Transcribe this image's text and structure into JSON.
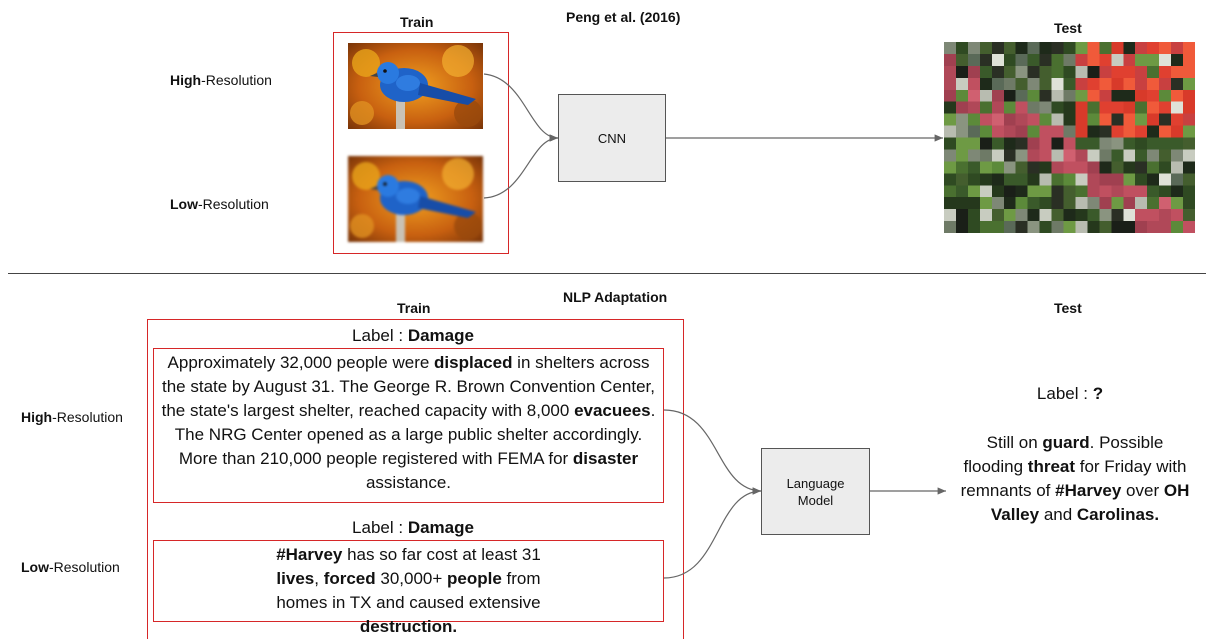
{
  "top": {
    "train_title": "Train",
    "paper_title": "Peng et al. (2016)",
    "test_title": "Test",
    "high_bold": "High",
    "high_rest": "-Resolution",
    "low_bold": "Low",
    "low_rest": "-Resolution",
    "model_label": "CNN"
  },
  "bottom": {
    "train_title": "Train",
    "section_title": "NLP Adaptation",
    "test_title": "Test",
    "high_bold": "High",
    "high_rest": "-Resolution",
    "low_bold": "Low",
    "low_rest": "-Resolution",
    "label1_prefix": "Label : ",
    "label1_value": "Damage",
    "label2_prefix": "Label : ",
    "label2_value": "Damage",
    "model_line1": "Language",
    "model_line2": "Model",
    "test_label_prefix": "Label : ",
    "test_label_value": "?",
    "high_text": {
      "p1": "Approximately 32,000 people were ",
      "b1": "displaced",
      "p2": " in shelters across the state by August 31. The George R. Brown Convention Center, the state's largest shelter, reached capacity with  8,000 ",
      "b2": "evacuees",
      "p3": ". The NRG Center opened as a large public shelter accordingly. More than 210,000 people registered with FEMA  for ",
      "b3": "disaster",
      "p4": " assistance."
    },
    "low_text": {
      "b1": "#Harvey",
      "p1": " has so far cost at least 31 ",
      "b2": "lives",
      "p2": ", ",
      "b3": "forced",
      "p3": " 30,000+ ",
      "b4": "people",
      "p4": " from homes in TX and caused extensive ",
      "b5": "destruction."
    },
    "test_text": {
      "p1": "Still on ",
      "b1": "guard",
      "p2": ". Possible flooding ",
      "b2": "threat",
      "p3": " for Friday with remnants of ",
      "b3": "#Harvey",
      "p4": " over ",
      "b4": "OH Valley",
      "p5": " and ",
      "b5": "Carolinas."
    }
  },
  "colors": {
    "frame": "#d62728",
    "node_fill": "#ececec"
  }
}
